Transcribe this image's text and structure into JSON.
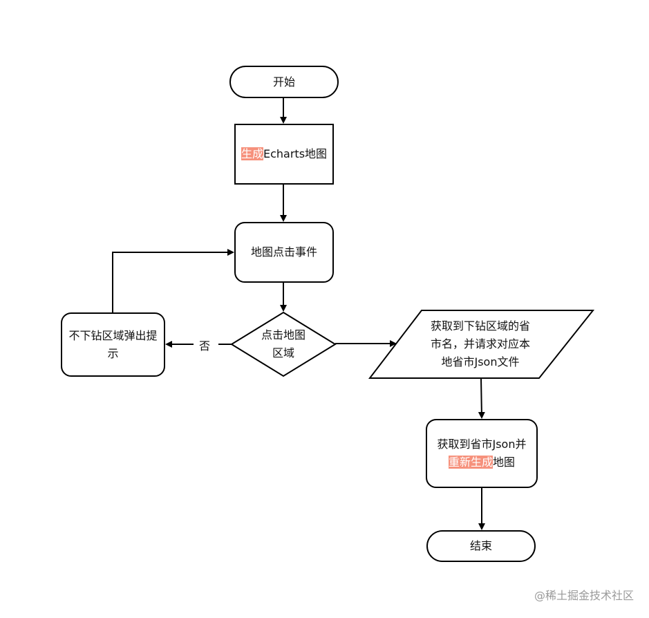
{
  "nodes": {
    "start": {
      "text": "开始"
    },
    "generate_map": {
      "highlight": "生成",
      "text": "Echarts地图"
    },
    "click_event": {
      "text": "地图点击事件"
    },
    "decision": {
      "line1": "点击地图",
      "line2": "区域"
    },
    "not_drillable": {
      "line1": "不下钻区域弹出提",
      "line2": "示"
    },
    "fetch_request": {
      "line1": "获取到下钻区域的省",
      "line2": "市名，并请求对应本",
      "line3": "地省市Json文件"
    },
    "regenerate": {
      "line1": "获取到省市Json并",
      "highlight": "重新生成",
      "line2_rest": "地图"
    },
    "end": {
      "text": "结束"
    }
  },
  "edges": {
    "no_label": "否"
  },
  "watermark": "@稀土掘金技术社区",
  "colors": {
    "stroke": "#000000",
    "highlight": "#f6917c"
  }
}
